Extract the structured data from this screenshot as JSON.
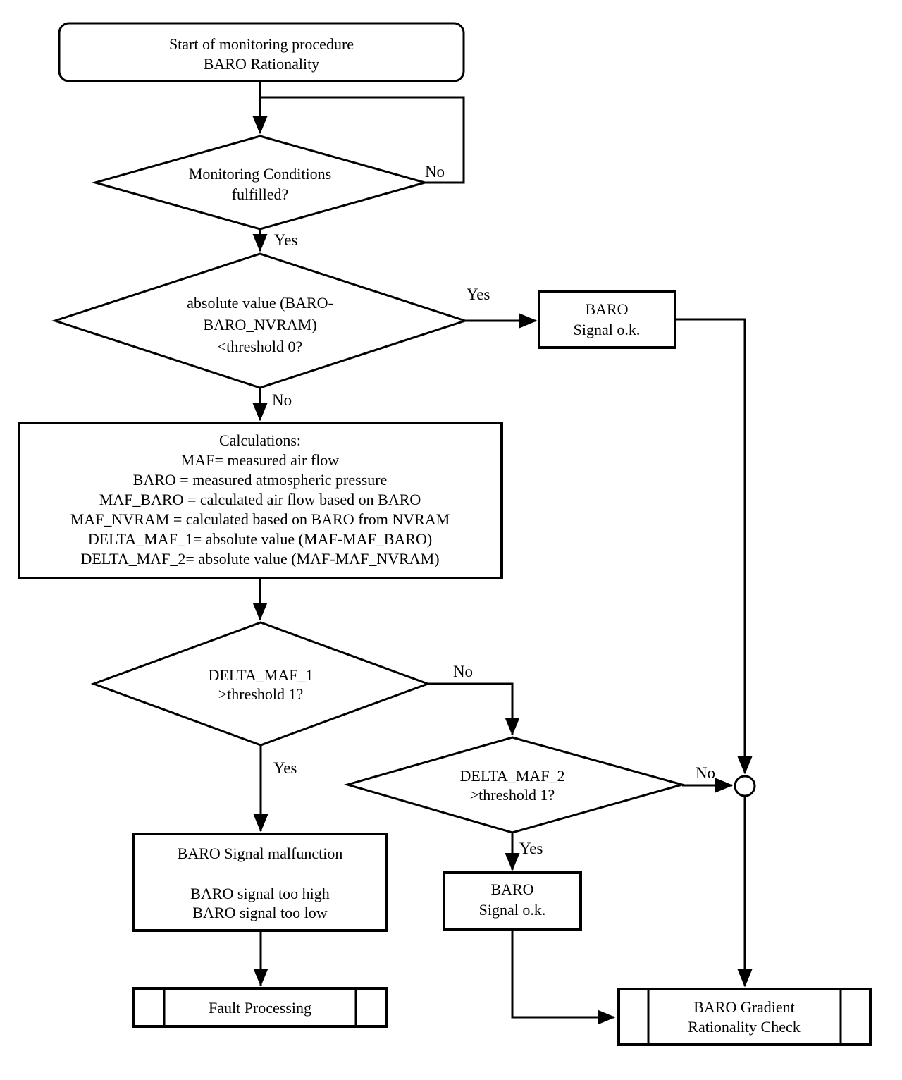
{
  "diagram": {
    "title": "BARO Rationality monitoring procedure flowchart",
    "colors": {
      "stroke": "#000000",
      "background": "#ffffff"
    },
    "nodes": {
      "start": {
        "shape": "rounded-rect",
        "lines": [
          "Start of monitoring procedure",
          "BARO Rationality"
        ]
      },
      "monitoring_conditions": {
        "shape": "diamond",
        "lines": [
          "Monitoring Conditions",
          "fulfilled?"
        ]
      },
      "baro_nvram_check": {
        "shape": "diamond",
        "lines": [
          "absolute value (BARO-",
          "BARO_NVRAM)",
          "<threshold 0?"
        ]
      },
      "baro_signal_ok_top": {
        "shape": "rect",
        "lines": [
          "BARO",
          "Signal o.k."
        ]
      },
      "calculations": {
        "shape": "rect",
        "lines": [
          "Calculations:",
          "MAF= measured air flow",
          "BARO = measured atmospheric pressure",
          "MAF_BARO = calculated air flow based on BARO",
          "MAF_NVRAM = calculated based on BARO from NVRAM",
          "DELTA_MAF_1= absolute value (MAF-MAF_BARO)",
          "DELTA_MAF_2= absolute value (MAF-MAF_NVRAM)"
        ]
      },
      "delta_maf_1_check": {
        "shape": "diamond",
        "lines": [
          "DELTA_MAF_1",
          ">threshold 1?"
        ]
      },
      "delta_maf_2_check": {
        "shape": "diamond",
        "lines": [
          "DELTA_MAF_2",
          ">threshold 1?"
        ]
      },
      "baro_signal_malfunction": {
        "shape": "rect",
        "lines": [
          "BARO Signal malfunction",
          "BARO signal too high",
          "BARO signal too low"
        ]
      },
      "baro_signal_ok_bottom": {
        "shape": "rect",
        "lines": [
          "BARO",
          "Signal o.k."
        ]
      },
      "fault_processing": {
        "shape": "predefined-process",
        "lines": [
          "Fault Processing"
        ]
      },
      "baro_gradient_check": {
        "shape": "predefined-process",
        "lines": [
          "BARO Gradient",
          "Rationality Check"
        ]
      }
    },
    "edge_labels": {
      "monitoring_no": "No",
      "monitoring_yes": "Yes",
      "nvram_yes": "Yes",
      "nvram_no": "No",
      "delta1_no": "No",
      "delta1_yes": "Yes",
      "delta2_no": "No",
      "delta2_yes": "Yes"
    }
  }
}
